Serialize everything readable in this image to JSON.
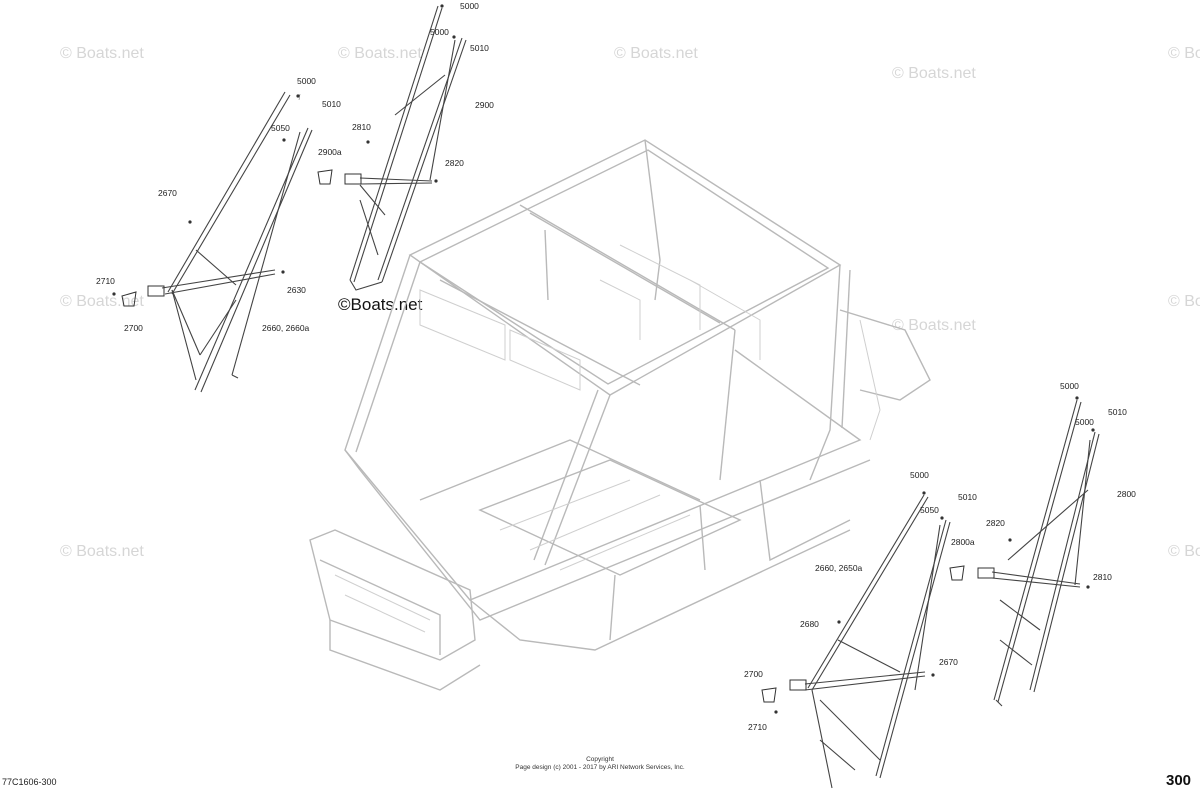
{
  "watermark": {
    "text": "© Boats.net",
    "center_text": "©Boats.net"
  },
  "callouts": {
    "left_net": [
      "5000",
      "5010",
      "5050",
      "2670",
      "2710",
      "2700",
      "2660, 2660a",
      "2630"
    ],
    "top_net": [
      "5000",
      "5000",
      "5010",
      "2900",
      "2810",
      "2900a",
      "2820"
    ],
    "right_net": [
      "5000",
      "5000",
      "5010",
      "2800",
      "2820",
      "2800a",
      "2810"
    ],
    "bottom_net": [
      "5000",
      "5010",
      "5050",
      "2660, 2650a",
      "2680",
      "2670",
      "2700",
      "2710"
    ]
  },
  "footer": {
    "code": "77C1606-300",
    "copyright_line1": "Copyright",
    "copyright_line2": "Page design (c) 2001 - 2017 by ARI Network Services, Inc.",
    "page_number": "300"
  }
}
